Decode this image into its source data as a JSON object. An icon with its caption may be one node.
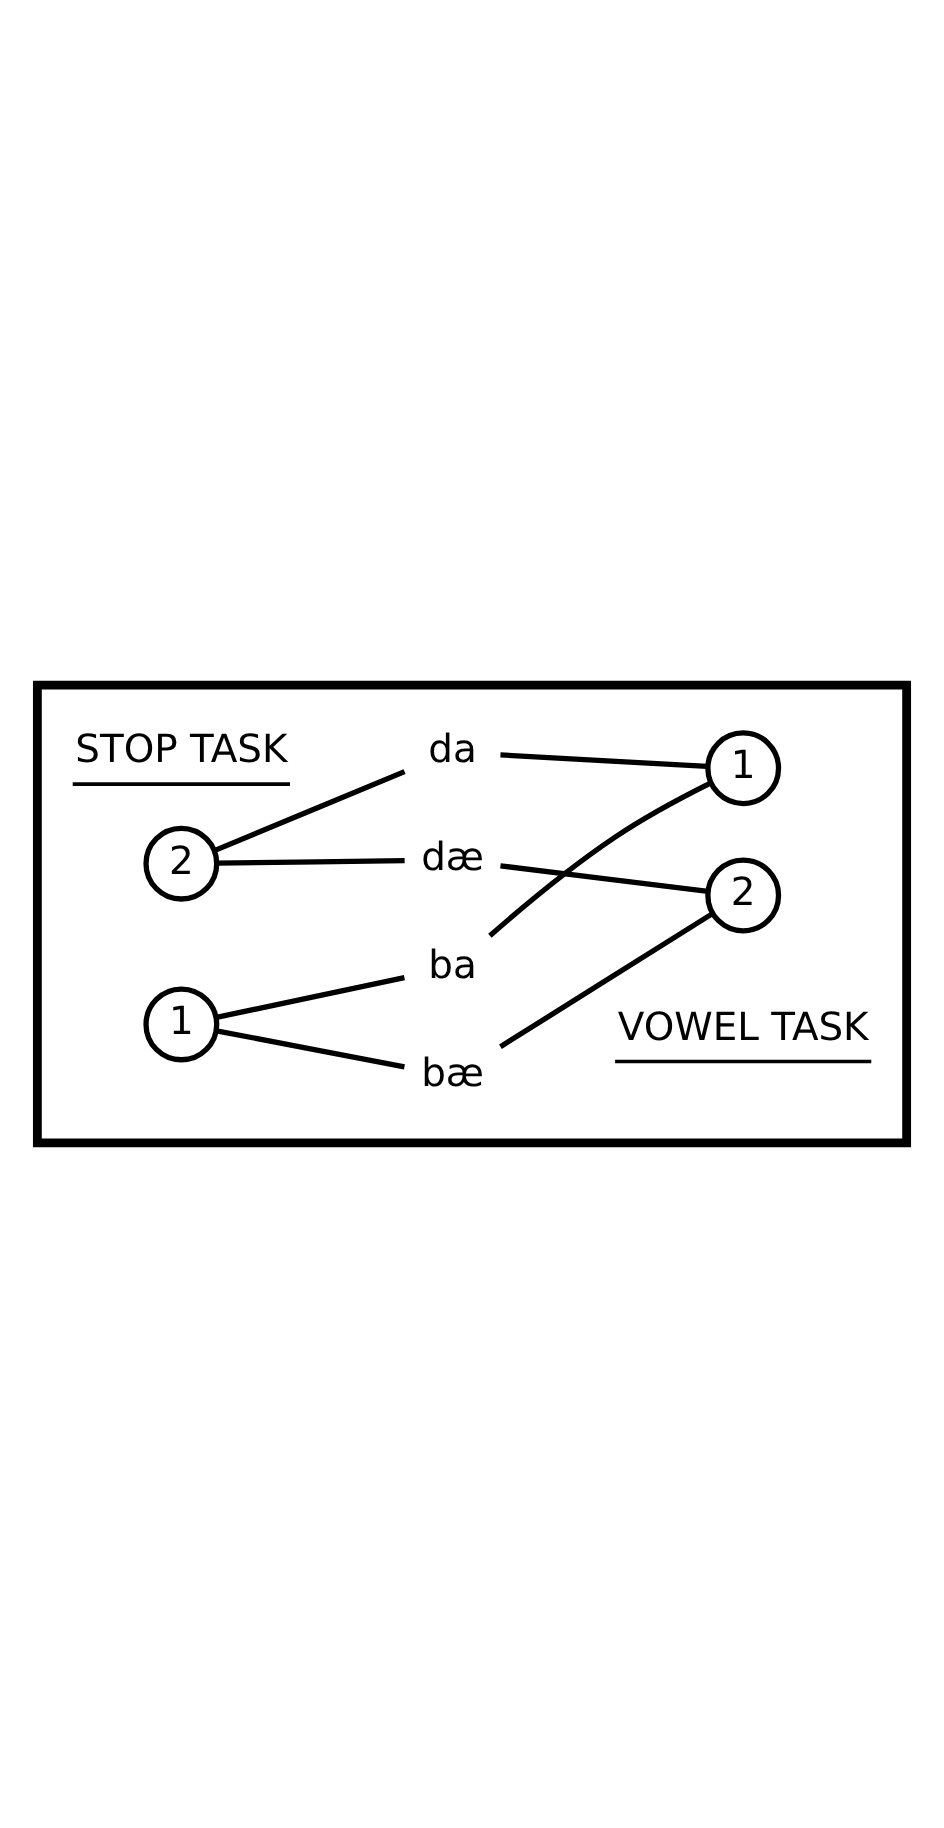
{
  "diagram": {
    "nodes": [
      {
        "text": [],
        "shape": "box"
      },
      {
        "text": [
          "1"
        ],
        "in": 0
      },
      {
        "text": [
          "2"
        ],
        "in": 0
      },
      {
        "text": [
          "ba"
        ],
        "in": 0
      },
      {
        "text": [
          "bæ"
        ],
        "in": 0
      },
      {
        "text": [
          "da"
        ],
        "in": 0
      },
      {
        "text": [
          "dæ"
        ],
        "in": 0
      },
      {
        "text": [
          "1"
        ],
        "in": 0
      },
      {
        "text": [
          "2"
        ],
        "in": 0
      }
    ],
    "edges": [
      {
        "from": 1,
        "to": 3,
        "arrow": "none"
      },
      {
        "from": 1,
        "to": 4,
        "arrow": "none"
      },
      {
        "from": 2,
        "to": 5,
        "arrow": "none"
      },
      {
        "from": 2,
        "to": 6,
        "arrow": "none"
      },
      {
        "from": 7,
        "to": 3,
        "arrow": "none"
      },
      {
        "from": 7,
        "to": 5,
        "arrow": "none"
      },
      {
        "from": 8,
        "to": 4,
        "arrow": "none"
      },
      {
        "from": 8,
        "to": 6,
        "arrow": "none"
      }
    ],
    "labels": [
      "STOP TASK",
      "VOWEL TASK"
    ]
  }
}
